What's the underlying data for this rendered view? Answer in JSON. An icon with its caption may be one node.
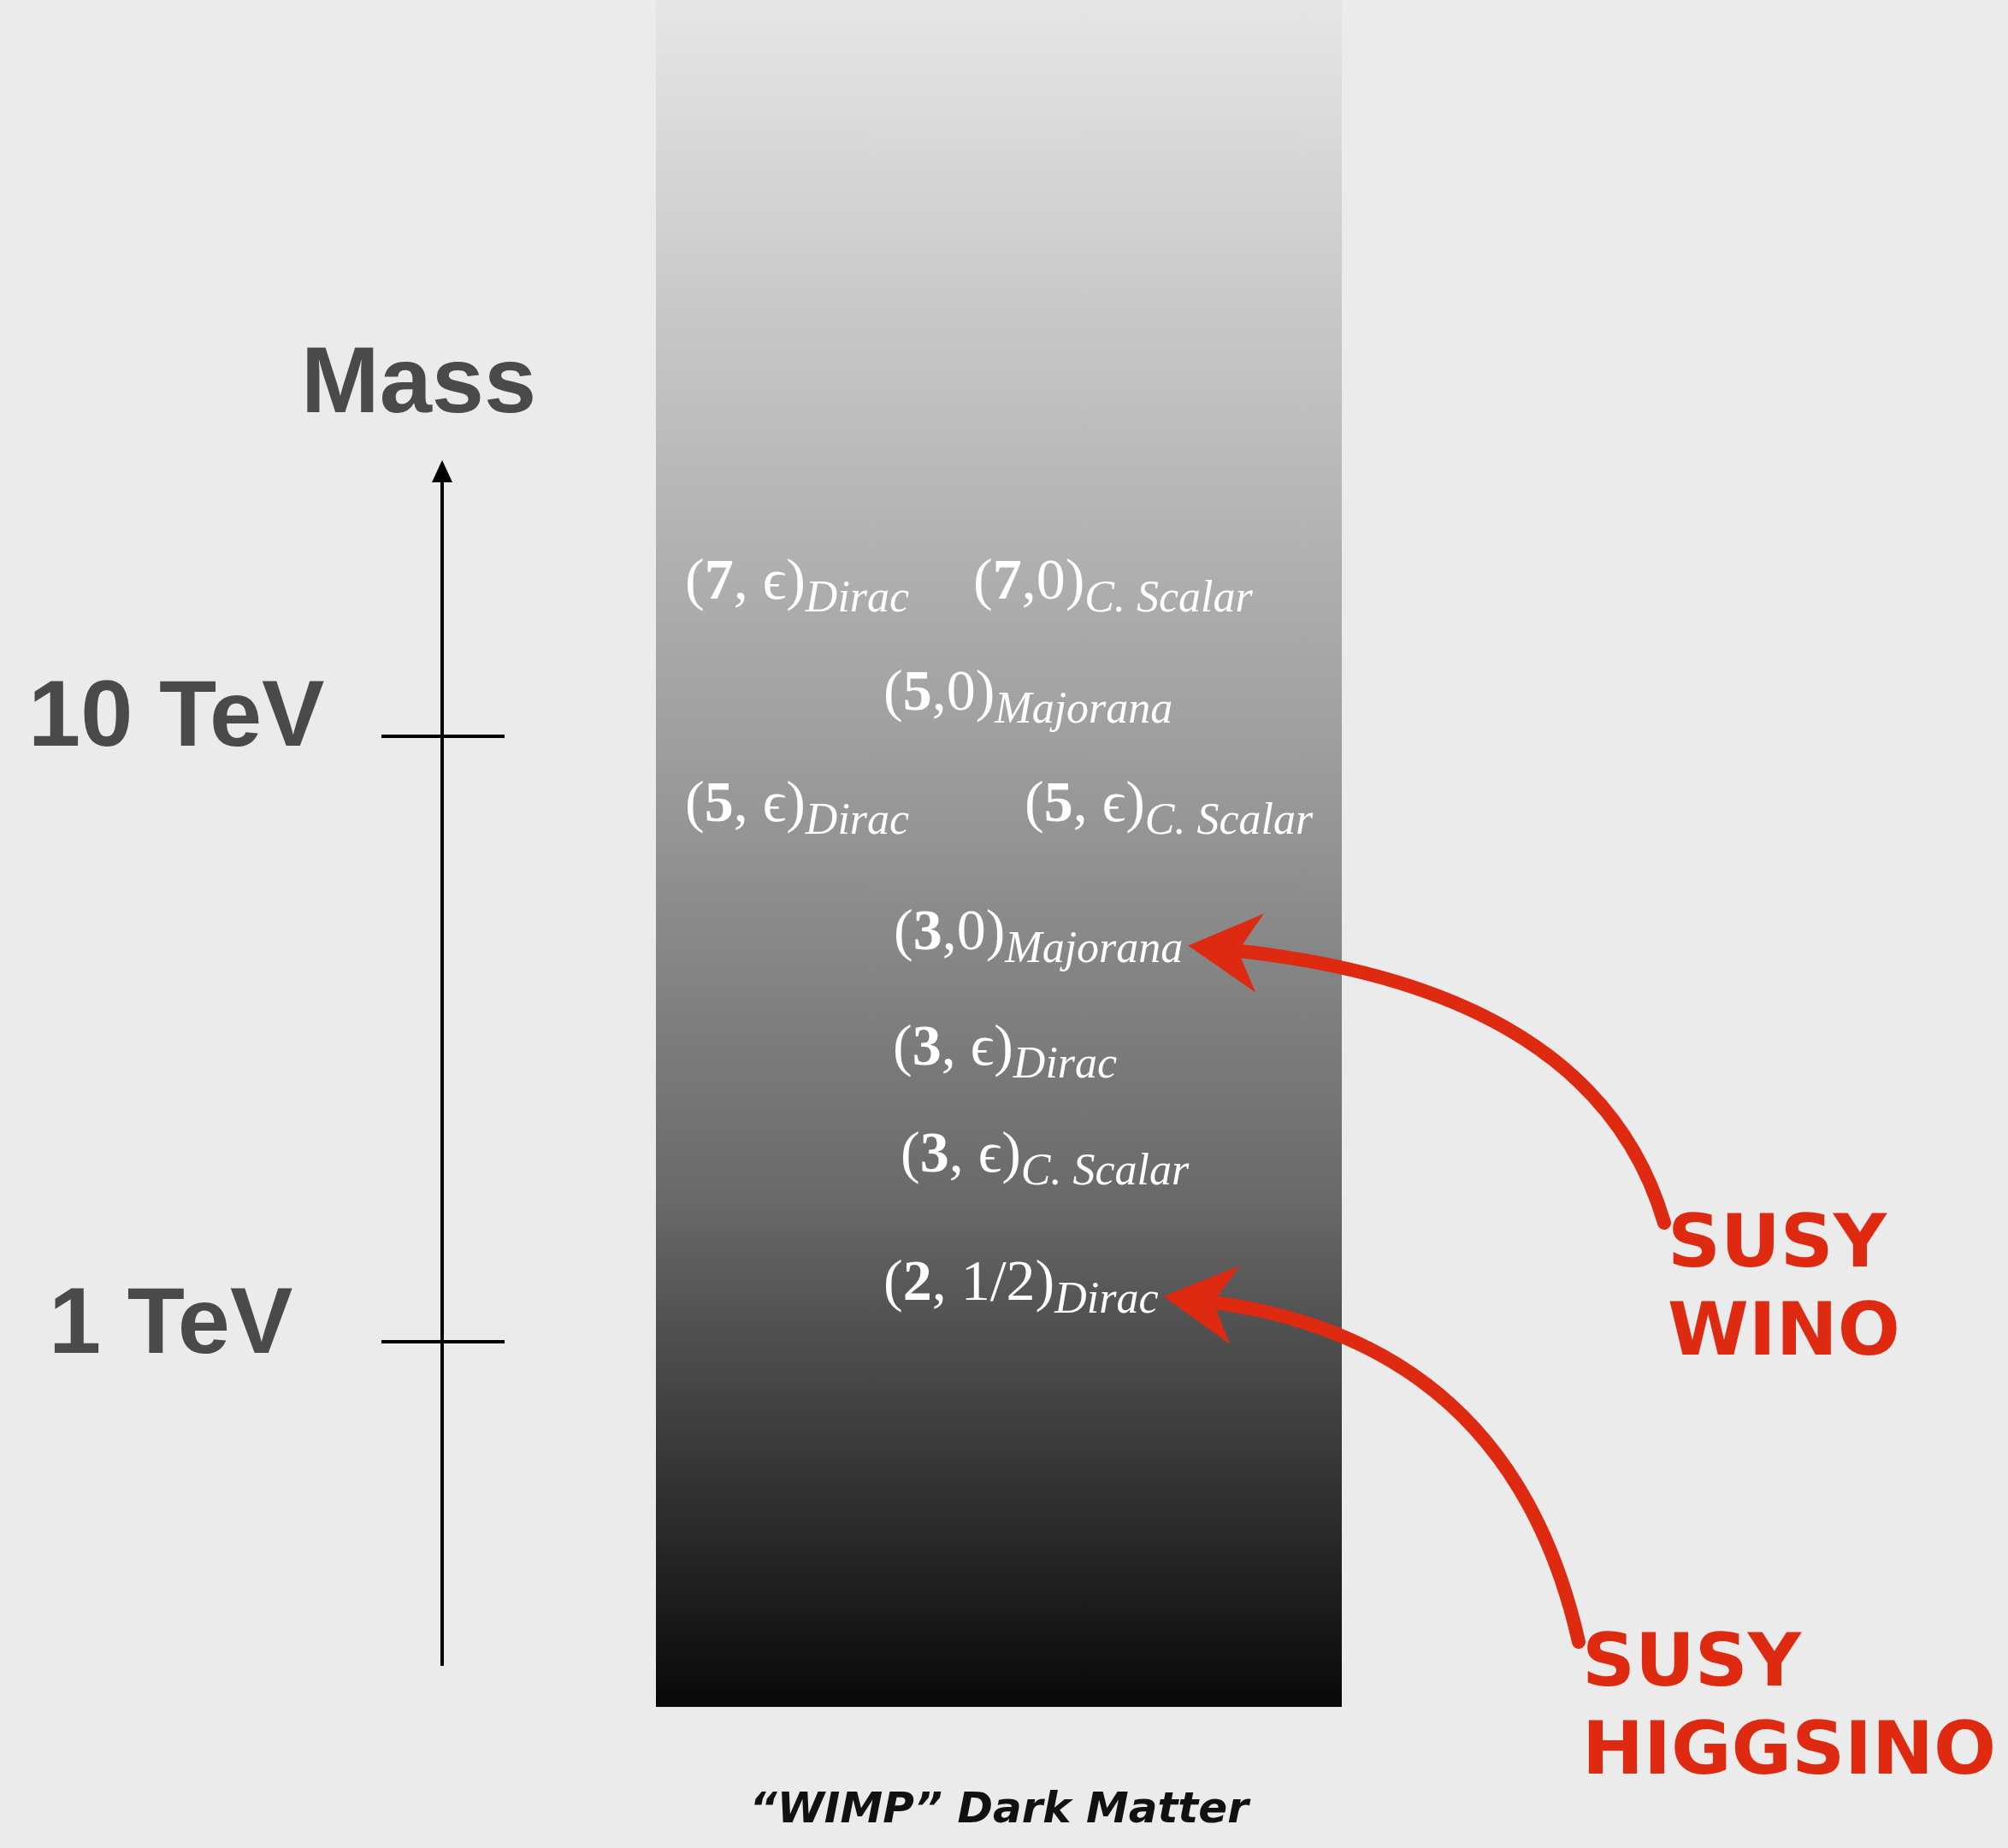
{
  "diagram": {
    "caption": "“WIMP” Dark Matter",
    "nodes": [
      {
        "text": [],
        "shape": "bar"
      },
      {
        "text": [
          "(**7**, ϵ)$_{Dirac}$"
        ],
        "in": 0
      },
      {
        "text": [
          "(**7**,0)$_{C. Scalar}$"
        ],
        "in": 0
      },
      {
        "text": [
          "(**5**,0)$_{Majorana}$"
        ],
        "in": 0
      },
      {
        "text": [
          "(**5**, ϵ)$_{Dirac}$"
        ],
        "in": 0
      },
      {
        "text": [
          "(**5**, ϵ)$_{C. Scalar}$"
        ],
        "in": 0
      },
      {
        "text": [
          "(**3**,0)$_{Majorana}$"
        ],
        "in": 0
      },
      {
        "text": [
          "(**3**, ϵ)$_{Dirac}$"
        ],
        "in": 0
      },
      {
        "text": [
          "(**3**, ϵ)$_{C. Scalar}$"
        ],
        "in": 0
      },
      {
        "text": [
          "(**2**, 1/2)$_{Dirac}$"
        ],
        "in": 0
      },
      {
        "text": [
          "SUSY WINO"
        ]
      },
      {
        "text": [
          "SUSY HIGGSINO"
        ]
      }
    ],
    "edges": [
      {
        "from": 10,
        "to": 6,
        "arrow": "to"
      },
      {
        "from": 11,
        "to": 9,
        "arrow": "to"
      }
    ],
    "labels": [
      "Mass",
      "10 TeV",
      "1 TeV"
    ]
  }
}
